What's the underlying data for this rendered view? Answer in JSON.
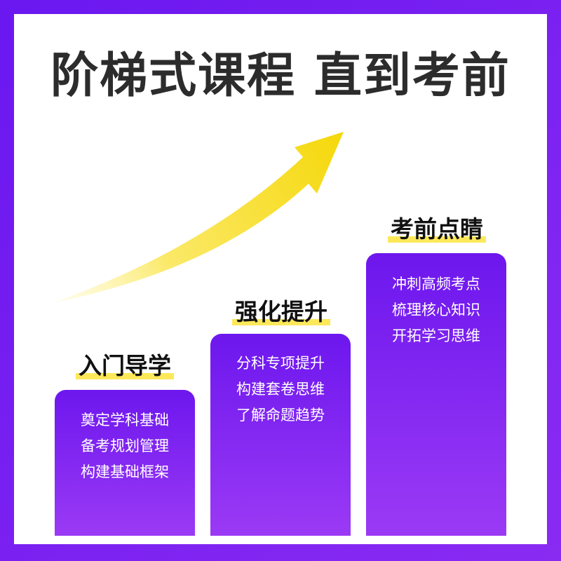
{
  "title": "阶梯式课程  直到考前",
  "colors": {
    "frame": "#7a1fe6",
    "box_top": "#6d17ee",
    "box_bottom": "#9b3af5",
    "arrow": "#f5dc0a",
    "highlight": "#fde85a",
    "title": "#2c2c2c"
  },
  "arrow_icon": "rising-arrow",
  "steps": [
    {
      "title": "入门导学",
      "items": [
        "奠定学科基础",
        "备考规划管理",
        "构建基础框架"
      ]
    },
    {
      "title": "强化提升",
      "items": [
        "分科专项提升",
        "构建套卷思维",
        "了解命题趋势"
      ]
    },
    {
      "title": "考前点睛",
      "items": [
        "冲刺高频考点",
        "梳理核心知识",
        "开拓学习思维"
      ]
    }
  ]
}
